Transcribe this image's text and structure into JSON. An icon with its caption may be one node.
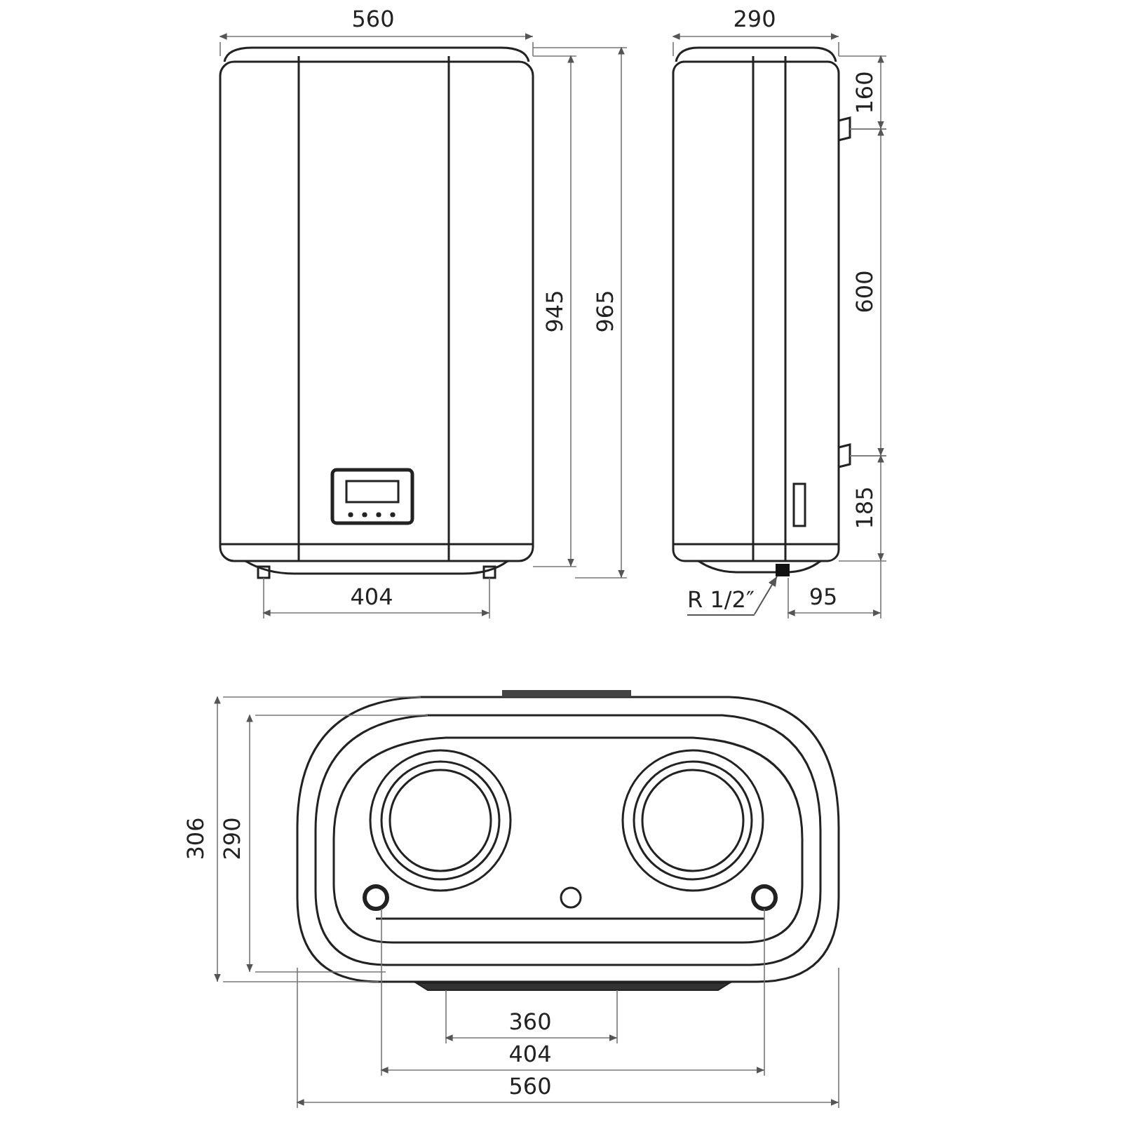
{
  "diagram": {
    "nodes": [
      {
        "text": [
          "R 1/2″"
        ]
      },
      {
        "text": [],
        "shape": "box"
      }
    ],
    "edges": [
      {
        "from": 0,
        "to": 1,
        "arrow": "to"
      }
    ],
    "labels": [
      "560",
      "290",
      "160",
      "945",
      "965",
      "600",
      "185",
      "404",
      "95",
      "306",
      "290",
      "360",
      "404",
      "560"
    ]
  }
}
